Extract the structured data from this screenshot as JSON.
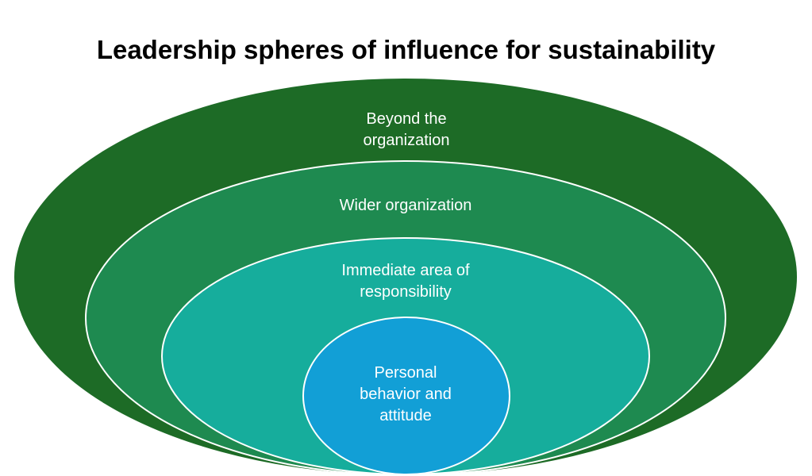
{
  "title": "Leadership spheres of influence for sustainability",
  "spheres": [
    {
      "label_lines": [
        "Beyond the",
        "organization"
      ],
      "color": "#1d6b26"
    },
    {
      "label_lines": [
        "Wider organization"
      ],
      "color": "#1e8a50"
    },
    {
      "label_lines": [
        "Immediate area of",
        "responsibility"
      ],
      "color": "#16ad9c"
    },
    {
      "label_lines": [
        "Personal",
        "behavior and",
        "attitude"
      ],
      "color": "#129fd6"
    }
  ]
}
